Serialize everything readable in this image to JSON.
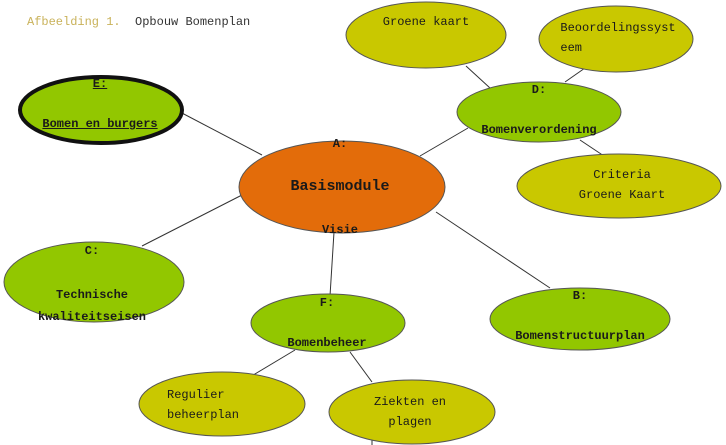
{
  "caption": {
    "label": "Afbeelding 1.",
    "title": "Opbouw Bomenplan"
  },
  "nodes": {
    "A": {
      "letter": "A:",
      "title": "Basismodule",
      "subtitle": "Visie"
    },
    "B": {
      "letter": "B:",
      "title": "Bomenstructuurplan"
    },
    "C": {
      "letter": "C:",
      "title": "Technische\nkwaliteitseisen"
    },
    "D": {
      "letter": "D:",
      "title": "Bomenverordening"
    },
    "E": {
      "letter": "E:",
      "title": "Bomen en burgers"
    },
    "F": {
      "letter": "F:",
      "title": "Bomenbeheer"
    },
    "groene_kaart": {
      "title": "Groene kaart"
    },
    "beoordelingssysteem": {
      "title": "Beoordelingssyst\neem"
    },
    "criteria": {
      "title": "Criteria\nGroene Kaart"
    },
    "regulier": {
      "title": "Regulier\nbeheerplan"
    },
    "ziekten": {
      "title": "Ziekten en\nplagen"
    }
  },
  "colors": {
    "orange": "#e36c0a",
    "green": "#92c700",
    "olive": "#c9c800",
    "stroke": "#555555",
    "line": "#333333"
  }
}
